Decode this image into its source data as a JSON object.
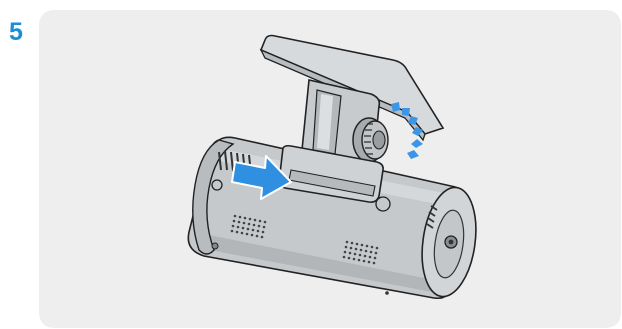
{
  "step": {
    "number": "5"
  },
  "colors": {
    "step_number": "#1a8fd6",
    "panel_background": "#eeeeee",
    "arrow": "#2f8fe0",
    "rotation_arrow": "#3b97e6",
    "device_body": "#c6c9cc",
    "outline": "#222222"
  },
  "icons": {
    "step_number": "step-number",
    "slide_arrow": "slide-direction-arrow-icon",
    "rotation_indicator": "rotation-indicator-icon",
    "device": "dash-cam-illustration"
  }
}
